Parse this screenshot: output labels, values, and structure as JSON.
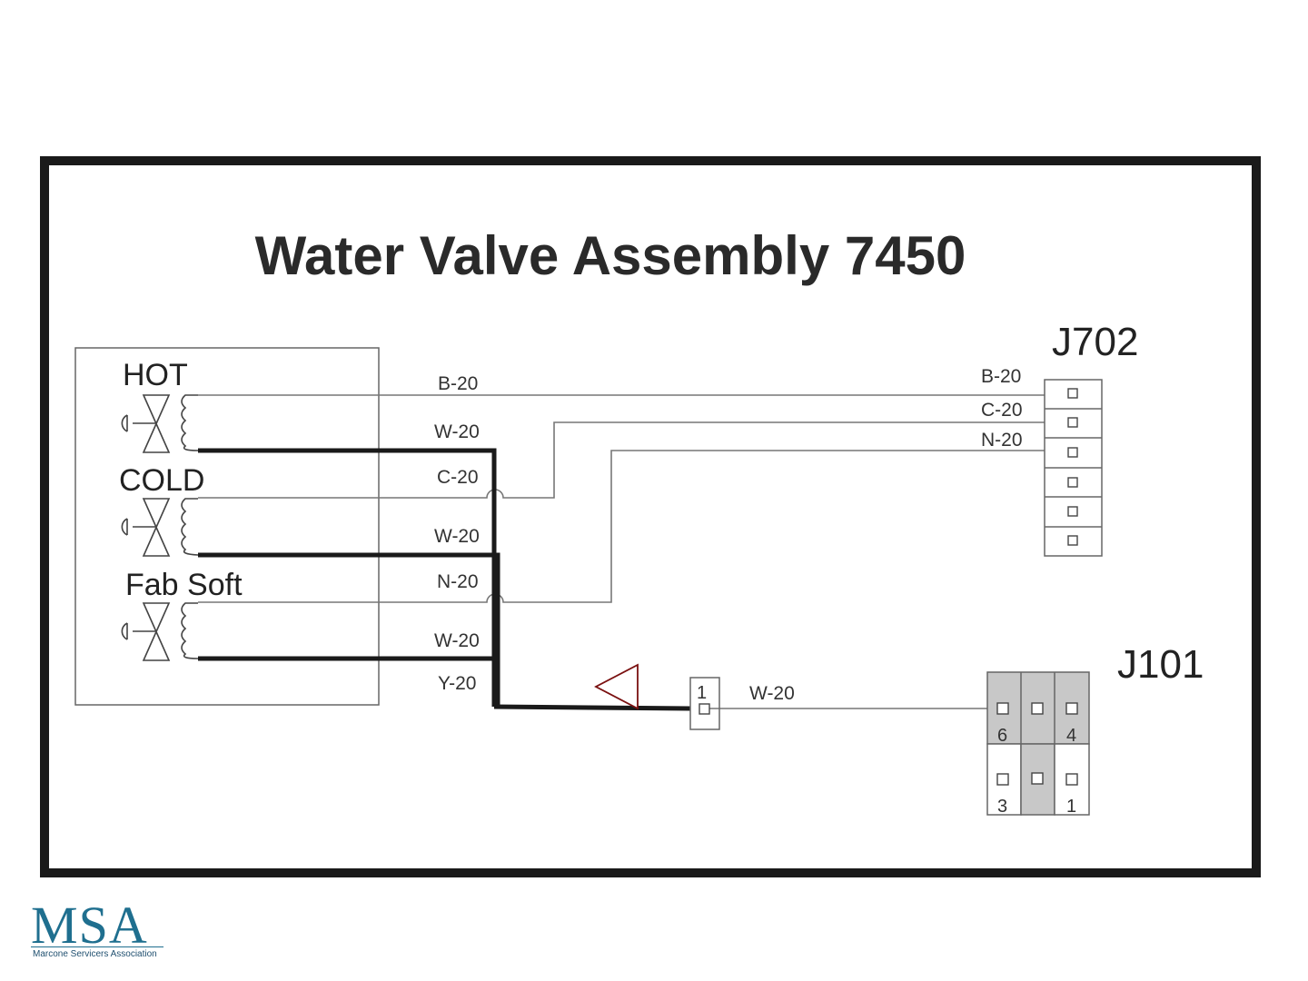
{
  "title": "Water Valve Assembly 7450",
  "valves": {
    "hot": "HOT",
    "cold": "COLD",
    "fab_soft": "Fab Soft"
  },
  "connectors": {
    "j702": "J702",
    "j101": "J101"
  },
  "wire_labels": {
    "hot_b": "B-20",
    "hot_w": "W-20",
    "cold_c": "C-20",
    "cold_w": "W-20",
    "fab_n": "N-20",
    "fab_w": "W-20",
    "common_y": "Y-20",
    "j702_b": "B-20",
    "j702_c": "C-20",
    "j702_n": "N-20",
    "j101_w": "W-20"
  },
  "inline_connector_pin": "1",
  "j101_pins": {
    "pin6": "6",
    "pin4": "4",
    "pin3": "3",
    "pin1": "1"
  },
  "colors": {
    "frame": "#1a1a1a",
    "logo": "#1f6f8f",
    "pin_shade": "#c8c8c8",
    "warning_triangle": "#7a1010"
  },
  "logo": {
    "mark": "MSA",
    "subtitle": "Marcone Servicers Association"
  }
}
